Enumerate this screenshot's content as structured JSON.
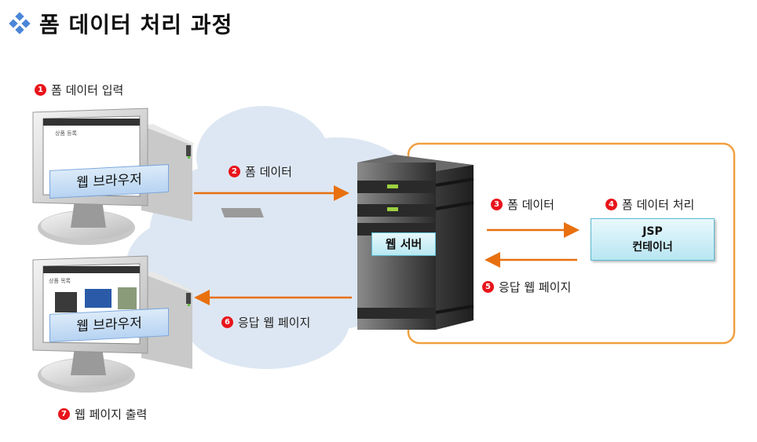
{
  "title": "폼 데이터 처리 과정",
  "steps": {
    "s1": {
      "num": "1",
      "text": "폼 데이터 입력"
    },
    "s2": {
      "num": "2",
      "text": "폼 데이터"
    },
    "s3": {
      "num": "3",
      "text": "폼 데이터"
    },
    "s4": {
      "num": "4",
      "text": "폼 데이터 처리"
    },
    "s5": {
      "num": "5",
      "text": "응답 웹 페이지"
    },
    "s6": {
      "num": "6",
      "text": "응답 웹 페이지"
    },
    "s7": {
      "num": "7",
      "text": "웹 페이지 출력"
    }
  },
  "browser_top": {
    "label": "웹 브라우저",
    "screen_title": "상품 등록"
  },
  "browser_bottom": {
    "label": "웹 브라우저",
    "screen_title": "상품 목록"
  },
  "server": {
    "label": "웹 서버"
  },
  "container": {
    "line1": "JSP",
    "line2": "컨테이너"
  },
  "colors": {
    "arrow": "#e8700f",
    "frame": "#f0a040",
    "cloud": "#dde7f3",
    "accent_red": "#e8141b",
    "bullet": "#4a86d8"
  }
}
